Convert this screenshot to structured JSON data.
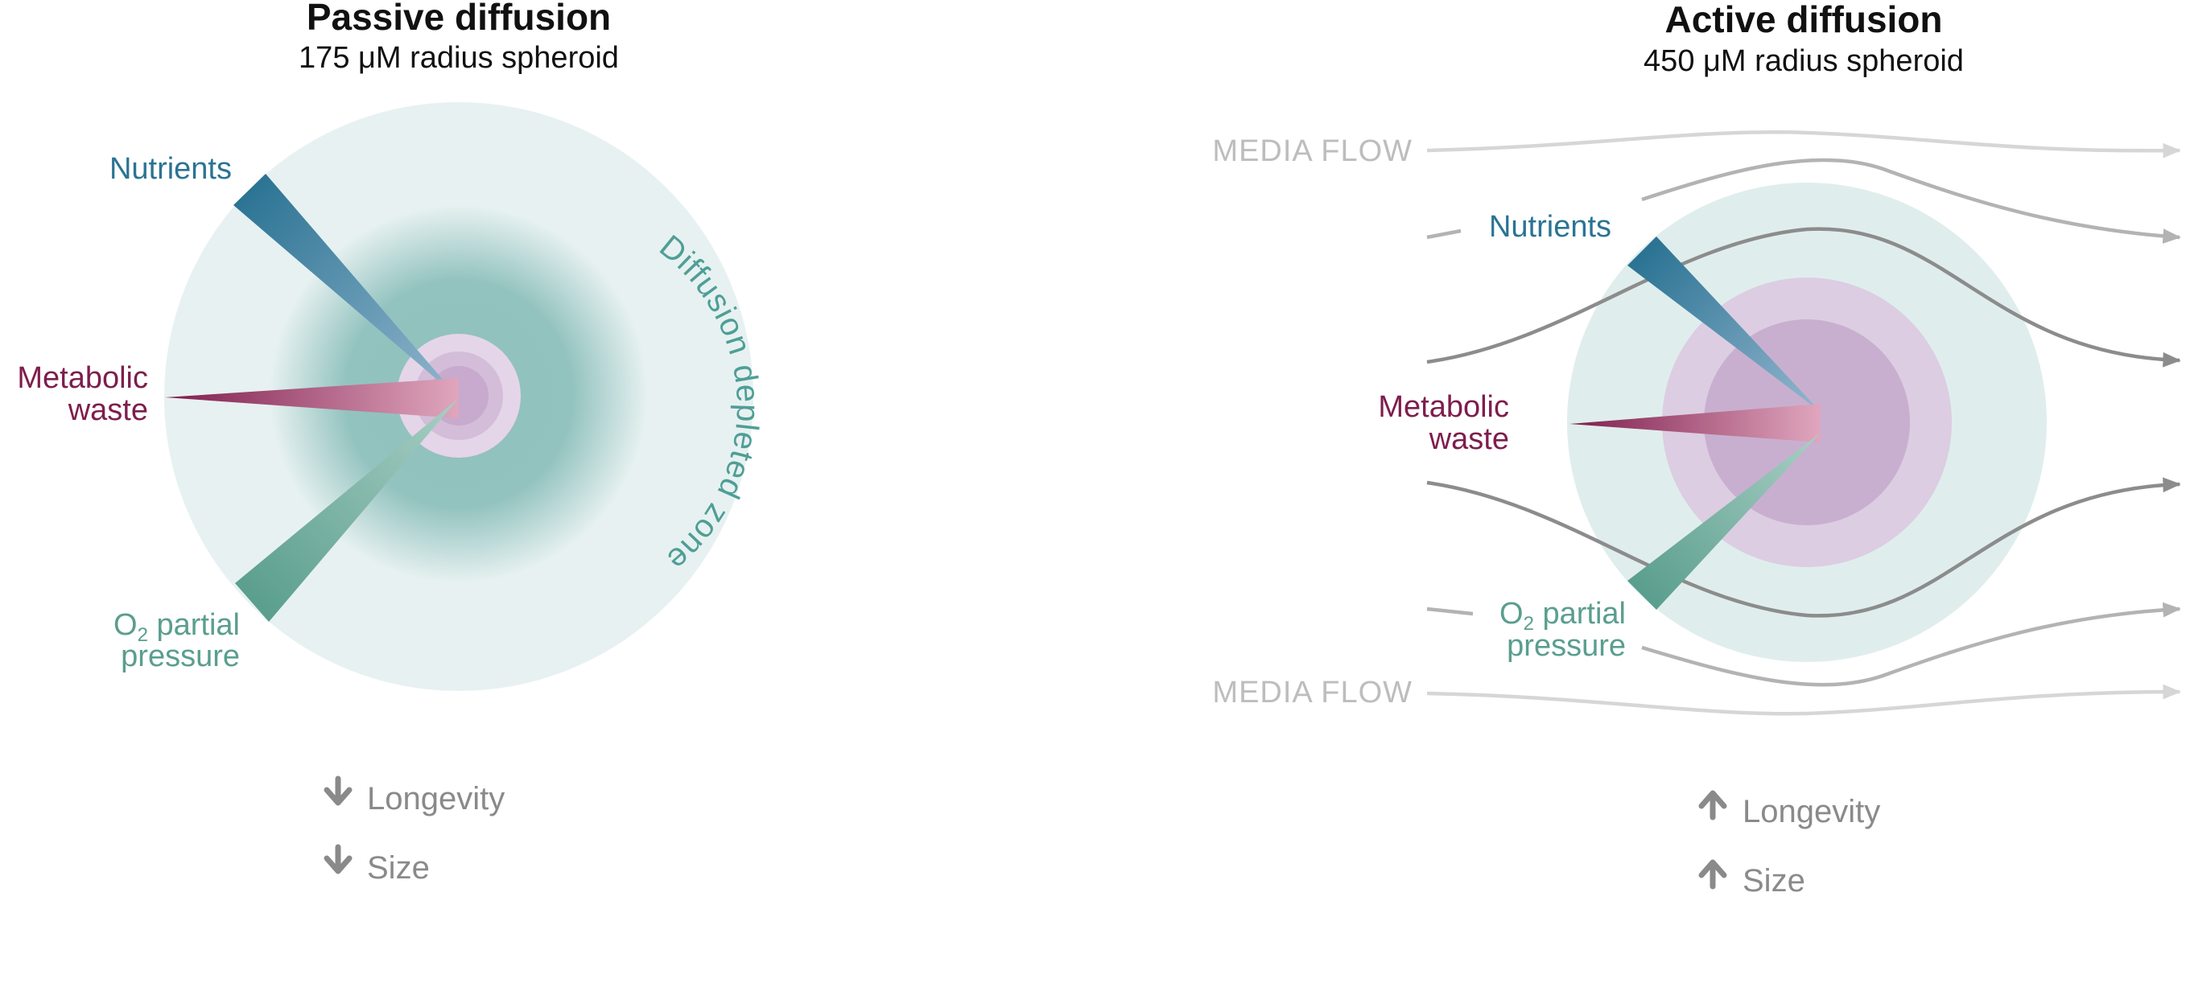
{
  "colors": {
    "nutrients": "#2b7393",
    "waste": "#7e1d4d",
    "oxygen": "#5a9e8e",
    "outcome": "#8a8a8a",
    "flow_light": "#d6d6d6",
    "flow_mid": "#b3b3b3",
    "flow_dark": "#8c8c8c",
    "zone_text": "#4f9e96"
  },
  "passive": {
    "title": "Passive diffusion",
    "subtitle": "175 μM radius spheroid",
    "nutrients": "Nutrients",
    "waste_line1": "Metabolic",
    "waste_line2": "waste",
    "o2_main": "O",
    "o2_sub": "2",
    "o2_rest": " partial",
    "o2_line2": "pressure",
    "zone": "Diffusion depleted zone",
    "outcomes": [
      {
        "arrow": "down-arrow-icon",
        "label": "Longevity"
      },
      {
        "arrow": "down-arrow-icon",
        "label": "Size"
      }
    ]
  },
  "active": {
    "title": "Active diffusion",
    "subtitle": "450 μM radius spheroid",
    "flow_top": "MEDIA FLOW",
    "flow_bottom": "MEDIA FLOW",
    "nutrients": "Nutrients",
    "waste_line1": "Metabolic",
    "waste_line2": "waste",
    "o2_main": "O",
    "o2_sub": "2",
    "o2_rest": " partial",
    "o2_line2": "pressure",
    "outcomes": [
      {
        "arrow": "up-arrow-icon",
        "label": "Longevity"
      },
      {
        "arrow": "up-arrow-icon",
        "label": "Size"
      }
    ]
  }
}
